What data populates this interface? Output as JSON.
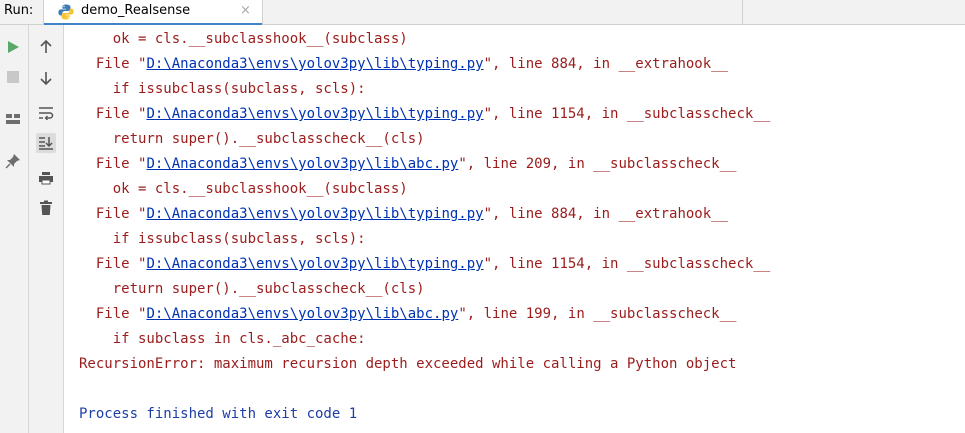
{
  "header": {
    "run_label": "Run:",
    "tab_title": "demo_Realsense",
    "tab_close": "×"
  },
  "toolbar": {
    "left": [
      {
        "name": "rerun",
        "icon": "run-triangle-icon",
        "color": "#59a869"
      },
      {
        "name": "stop",
        "icon": "stop-square-icon",
        "color": "#c8c8c8"
      },
      {
        "name": "layout",
        "icon": "layout-icon"
      },
      {
        "name": "pin",
        "icon": "pin-icon"
      }
    ],
    "right": [
      {
        "name": "up",
        "icon": "arrow-up-icon"
      },
      {
        "name": "down",
        "icon": "arrow-down-icon"
      },
      {
        "name": "soft-wrap",
        "icon": "soft-wrap-icon"
      },
      {
        "name": "scroll-to-end",
        "icon": "scroll-to-end-icon",
        "active": true
      },
      {
        "name": "print",
        "icon": "print-icon"
      },
      {
        "name": "clear",
        "icon": "trash-icon"
      }
    ]
  },
  "console": {
    "lines": [
      {
        "kind": "code",
        "text": "    ok = cls.__subclasshook__(subclass)"
      },
      {
        "kind": "file",
        "pre": "  File \"",
        "link": "D:\\Anaconda3\\envs\\yolov3py\\lib\\typing.py",
        "post": "\", line 884, in __extrahook__"
      },
      {
        "kind": "code",
        "text": "    if issubclass(subclass, scls):"
      },
      {
        "kind": "file",
        "pre": "  File \"",
        "link": "D:\\Anaconda3\\envs\\yolov3py\\lib\\typing.py",
        "post": "\", line 1154, in __subclasscheck__"
      },
      {
        "kind": "code",
        "text": "    return super().__subclasscheck__(cls)"
      },
      {
        "kind": "file",
        "pre": "  File \"",
        "link": "D:\\Anaconda3\\envs\\yolov3py\\lib\\abc.py",
        "post": "\", line 209, in __subclasscheck__"
      },
      {
        "kind": "code",
        "text": "    ok = cls.__subclasshook__(subclass)"
      },
      {
        "kind": "file",
        "pre": "  File \"",
        "link": "D:\\Anaconda3\\envs\\yolov3py\\lib\\typing.py",
        "post": "\", line 884, in __extrahook__"
      },
      {
        "kind": "code",
        "text": "    if issubclass(subclass, scls):"
      },
      {
        "kind": "file",
        "pre": "  File \"",
        "link": "D:\\Anaconda3\\envs\\yolov3py\\lib\\typing.py",
        "post": "\", line 1154, in __subclasscheck__"
      },
      {
        "kind": "code",
        "text": "    return super().__subclasscheck__(cls)"
      },
      {
        "kind": "file",
        "pre": "  File \"",
        "link": "D:\\Anaconda3\\envs\\yolov3py\\lib\\abc.py",
        "post": "\", line 199, in __subclasscheck__"
      },
      {
        "kind": "code",
        "text": "    if subclass in cls._abc_cache:"
      },
      {
        "kind": "error",
        "text": "RecursionError: maximum recursion depth exceeded while calling a Python object"
      },
      {
        "kind": "blank",
        "text": ""
      },
      {
        "kind": "exit",
        "text": "Process finished with exit code 1"
      }
    ]
  },
  "colors": {
    "error_text": "#9b1c1c",
    "link": "#0033b3",
    "exit_text": "#1d3da8",
    "tab_underline": "#4083c9"
  }
}
